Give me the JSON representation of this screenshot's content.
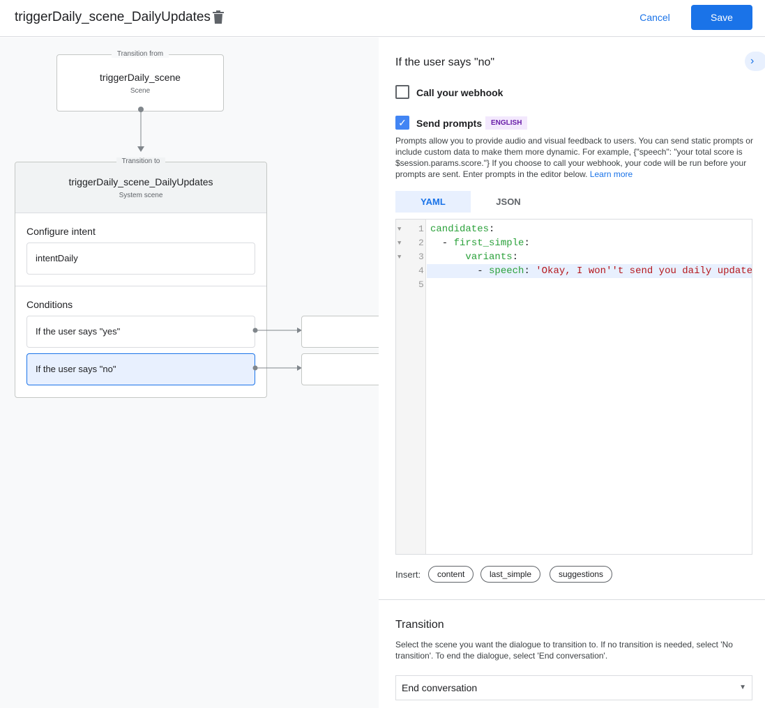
{
  "header": {
    "title": "triggerDaily_scene_DailyUpdates",
    "cancel_label": "Cancel",
    "save_label": "Save"
  },
  "canvas": {
    "from": {
      "legend": "Transition from",
      "name": "triggerDaily_scene",
      "type": "Scene"
    },
    "to": {
      "legend": "Transition to",
      "name": "triggerDaily_scene_DailyUpdates",
      "type": "System scene"
    },
    "configure_intent_label": "Configure intent",
    "intent": "intentDaily",
    "conditions_label": "Conditions",
    "conditions": [
      "If the user says \"yes\"",
      "If the user says \"no\""
    ]
  },
  "panel": {
    "heading": "If the user says \"no\"",
    "webhook_label": "Call your webhook",
    "webhook_checked": false,
    "prompts_label": "Send prompts",
    "prompts_checked": true,
    "language_badge": "ENGLISH",
    "description": "Prompts allow you to provide audio and visual feedback to users. You can send static prompts or include custom data to make them more dynamic. For example, {\"speech\": \"your total score is $session.params.score.\"} If you choose to call your webhook, your code will be run before your prompts are sent. Enter prompts in the editor below.",
    "learn_more": "Learn more",
    "tabs": [
      "YAML",
      "JSON"
    ],
    "active_tab": "YAML",
    "code": {
      "l1k": "candidates",
      "l2k": "first_simple",
      "l3k": "variants",
      "l4k": "speech",
      "l4v": "'Okay, I won''t send you daily update"
    },
    "line_numbers": [
      "1",
      "2",
      "3",
      "4",
      "5"
    ],
    "insert_label": "Insert:",
    "insert_chips": [
      "content",
      "last_simple",
      "suggestions"
    ],
    "transition_heading": "Transition",
    "transition_desc": "Select the scene you want the dialogue to transition to. If no transition is needed, select 'No transition'. To end the dialogue, select 'End conversation'.",
    "transition_value": "End conversation"
  },
  "colors": {
    "accent": "#1a73e8",
    "selected_condition": "#e8f0fe"
  }
}
